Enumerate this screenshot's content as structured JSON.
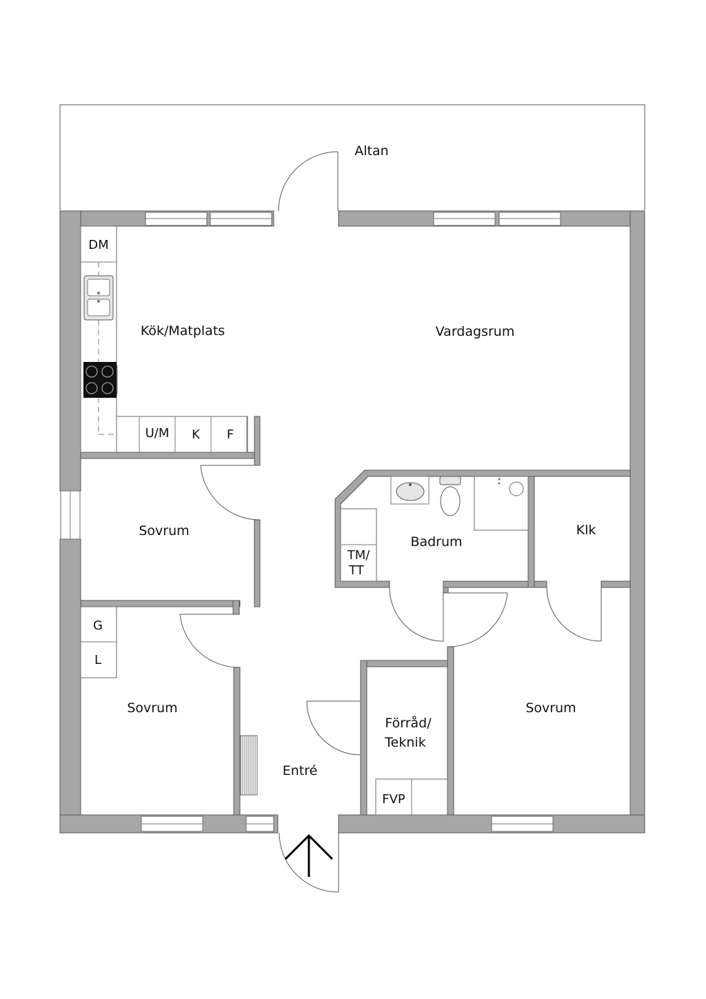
{
  "rooms": {
    "altan": "Altan",
    "kok": "Kök/Matplats",
    "vardagsrum": "Vardagsrum",
    "sovrum_1": "Sovrum",
    "badrum": "Badrum",
    "klk": "Klk",
    "sovrum_2": "Sovrum",
    "forrad_line1": "Förråd/",
    "forrad_line2": "Teknik",
    "sovrum_3": "Sovrum",
    "entre": "Entré"
  },
  "fixtures": {
    "dm": "DM",
    "um": "U/M",
    "k": "K",
    "f": "F",
    "g": "G",
    "l": "L",
    "tmtt_line1": "TM/",
    "tmtt_line2": "TT",
    "fvp": "FVP"
  }
}
